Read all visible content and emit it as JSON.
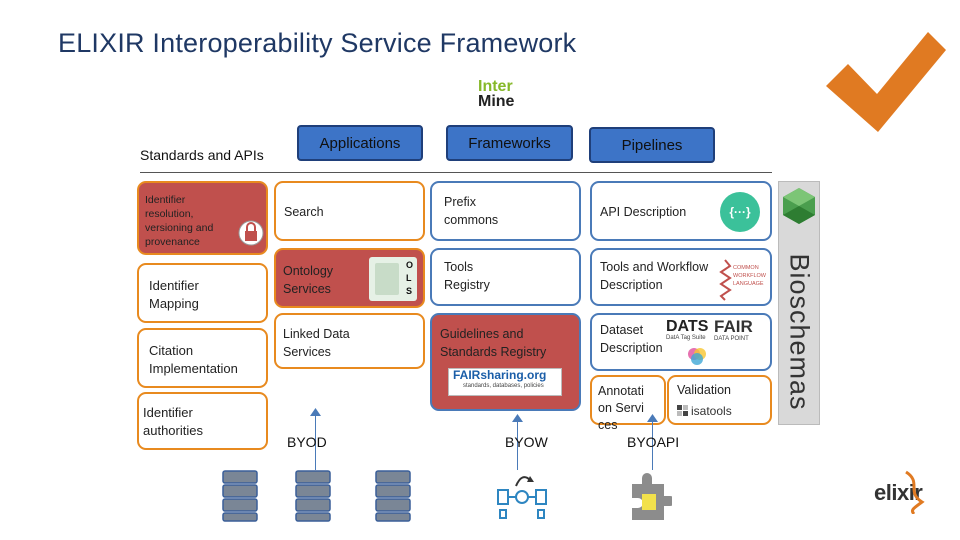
{
  "title": "ELIXIR Interoperability Service Framework",
  "intermine_logo": {
    "line1": "Inter",
    "line2": "Mine"
  },
  "headers": {
    "applications": "Applications",
    "frameworks": "Frameworks",
    "pipelines": "Pipelines"
  },
  "standards_label": "Standards and APIs",
  "columns": {
    "col1": [
      "Identifier resolution, versioning and provenance",
      "Identifier Mapping",
      "Citation Implementation",
      "Identifier authorities"
    ],
    "col2": [
      "Search",
      "Ontology Services",
      "Linked Data Services"
    ],
    "col3": [
      "Prefix commons",
      "Tools Registry",
      "Guidelines and Standards Registry"
    ],
    "col4": [
      "API Description",
      "Tools and Workflow Description",
      "Dataset Description",
      "Annotation Services",
      "Validation"
    ]
  },
  "logos": {
    "ols": [
      "O",
      "L",
      "S"
    ],
    "api_braces": "{···}",
    "cwl": "COMMON WORKFLOW LANGUAGE",
    "dats": "DATS",
    "dats_sub": "DatA Tag Suite",
    "fair": "FAIR",
    "fair_sub": "DATA POINT",
    "fairsharing": "FAIRsharing.org",
    "fairsharing_sub": "standards, databases, policies",
    "isatools": "isatools"
  },
  "bioschemas": "Bioschemas",
  "bottom_labels": {
    "byod": "BYOD",
    "byow": "BYOW",
    "byoapi": "BYOAPI"
  },
  "elixir_logo": "elixir",
  "colors": {
    "title": "#1f3864",
    "header_blue": "#3d74c7",
    "box_red": "#c0504d",
    "orange_border": "#e88a1f",
    "blue_border": "#4a7ab8",
    "check_orange": "#e07a22"
  },
  "icons": [
    "checkmark-icon",
    "database-icon",
    "workflow-icon",
    "puzzle-icon"
  ]
}
